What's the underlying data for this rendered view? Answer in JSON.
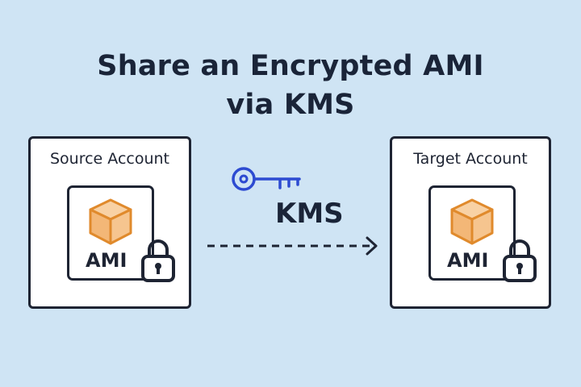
{
  "title": {
    "line1": "Share an Encrypted AMI",
    "line2": "via KMS"
  },
  "source": {
    "label": "Source Account",
    "ami_label": "AMI"
  },
  "target": {
    "label": "Target Account",
    "ami_label": "AMI"
  },
  "kms": {
    "label": "KMS"
  },
  "icons": {
    "key": "key-icon",
    "cube": "cube-icon",
    "lock": "lock-icon",
    "arrow": "dashed-arrow"
  },
  "colors": {
    "background": "#cfe4f4",
    "ink": "#1e2433",
    "cube_fill": "#f6c58f",
    "cube_stroke": "#e08a2c",
    "key_stroke": "#2d4bd1"
  }
}
